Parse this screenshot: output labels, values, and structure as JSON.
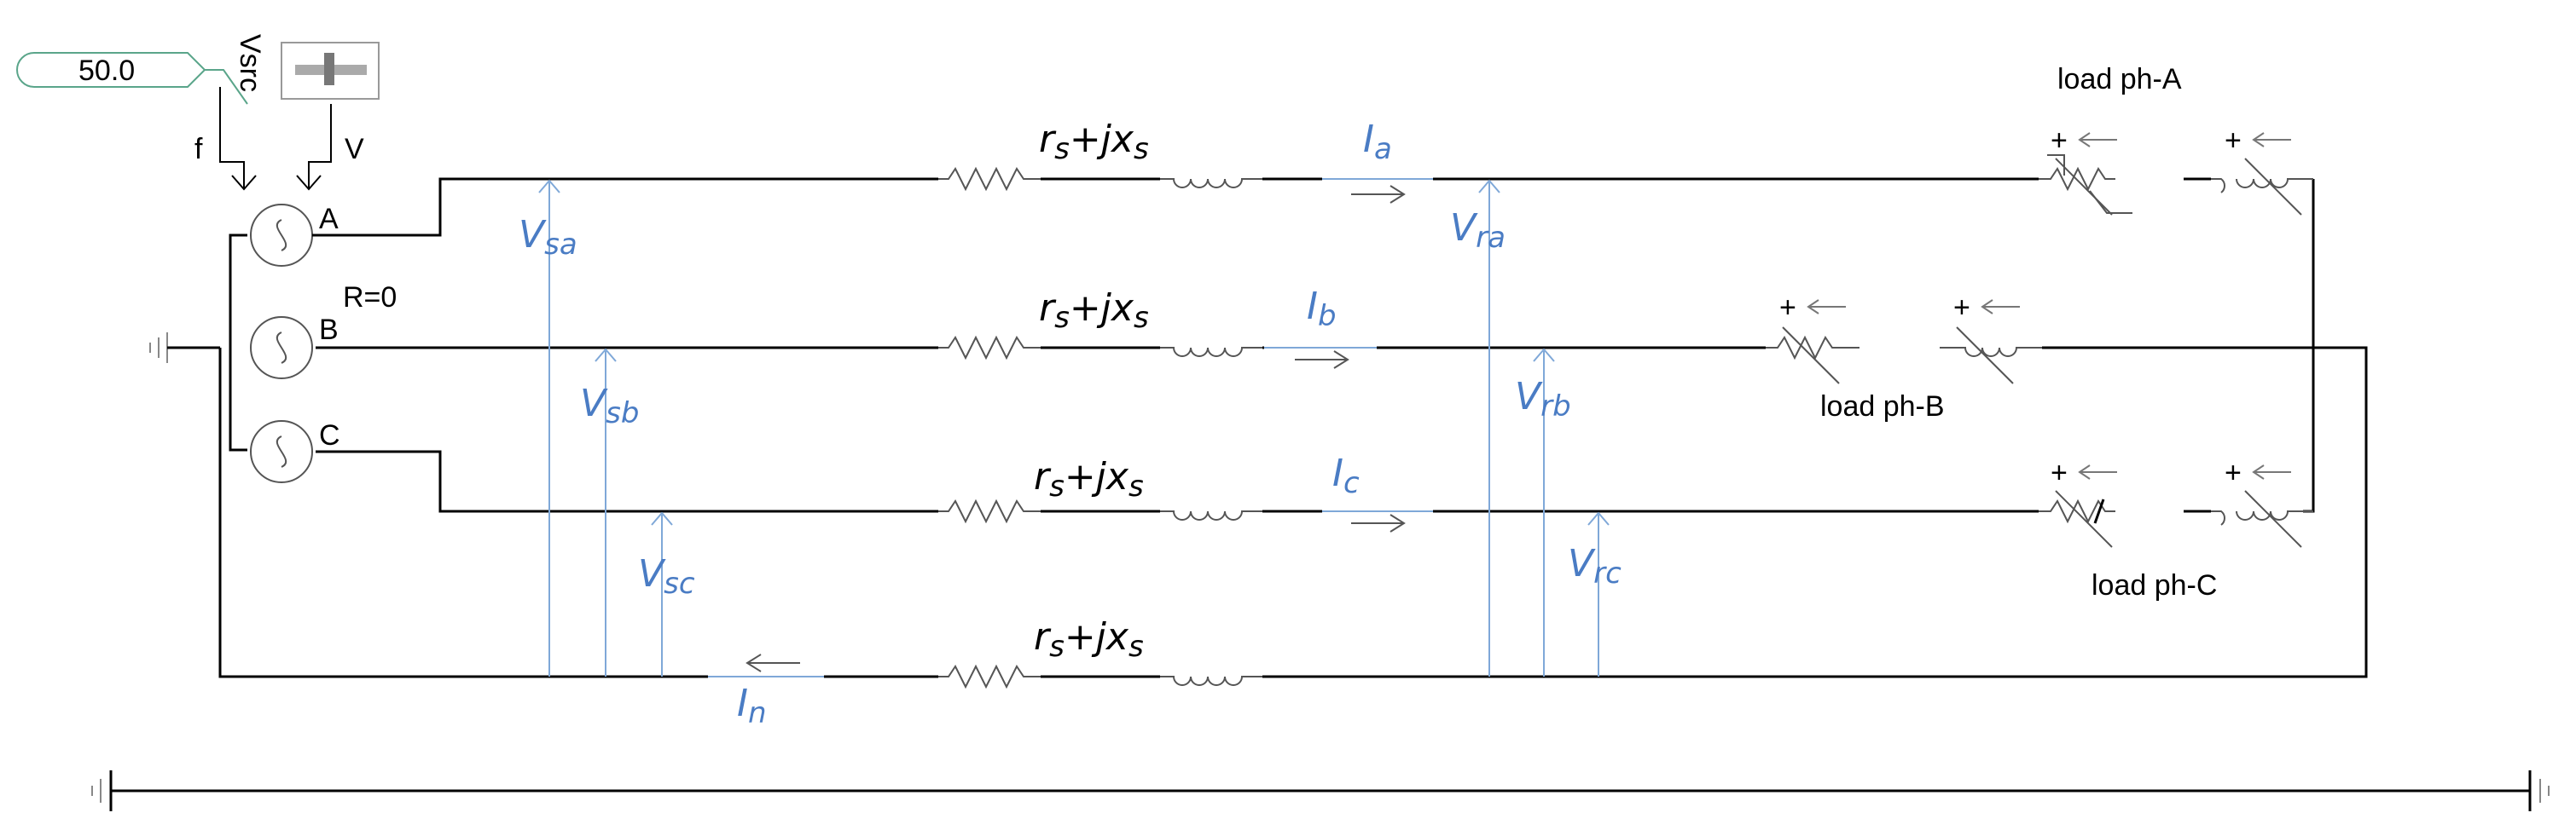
{
  "source_panel": {
    "freq_value": "50.0",
    "vsrc_label": "Vsrc",
    "f_label": "f",
    "v_label": "V",
    "phase_a": "A",
    "phase_b": "B",
    "phase_c": "C",
    "r_label": "R=0"
  },
  "line_impedance": {
    "r": "r",
    "r_sub": "s",
    "plus_j": "+jx",
    "x_sub": "s"
  },
  "voltages": {
    "vsa": {
      "main": "V",
      "sub": "sa"
    },
    "vsb": {
      "main": "V",
      "sub": "sb"
    },
    "vsc": {
      "main": "V",
      "sub": "sc"
    },
    "vra": {
      "main": "V",
      "sub": "ra"
    },
    "vrb": {
      "main": "V",
      "sub": "rb"
    },
    "vrc": {
      "main": "V",
      "sub": "rc"
    }
  },
  "currents": {
    "ia": {
      "main": "I",
      "sub": "a"
    },
    "ib": {
      "main": "I",
      "sub": "b"
    },
    "ic": {
      "main": "I",
      "sub": "c"
    },
    "in": {
      "main": "I",
      "sub": "n"
    }
  },
  "loads": {
    "a": "load ph-A",
    "b": "load ph-B",
    "c": "load ph-C",
    "plus": "+"
  },
  "colors": {
    "wire": "#000000",
    "probe": "#7fa8d8",
    "label_blue": "#4a7cc4",
    "component": "#555555"
  }
}
